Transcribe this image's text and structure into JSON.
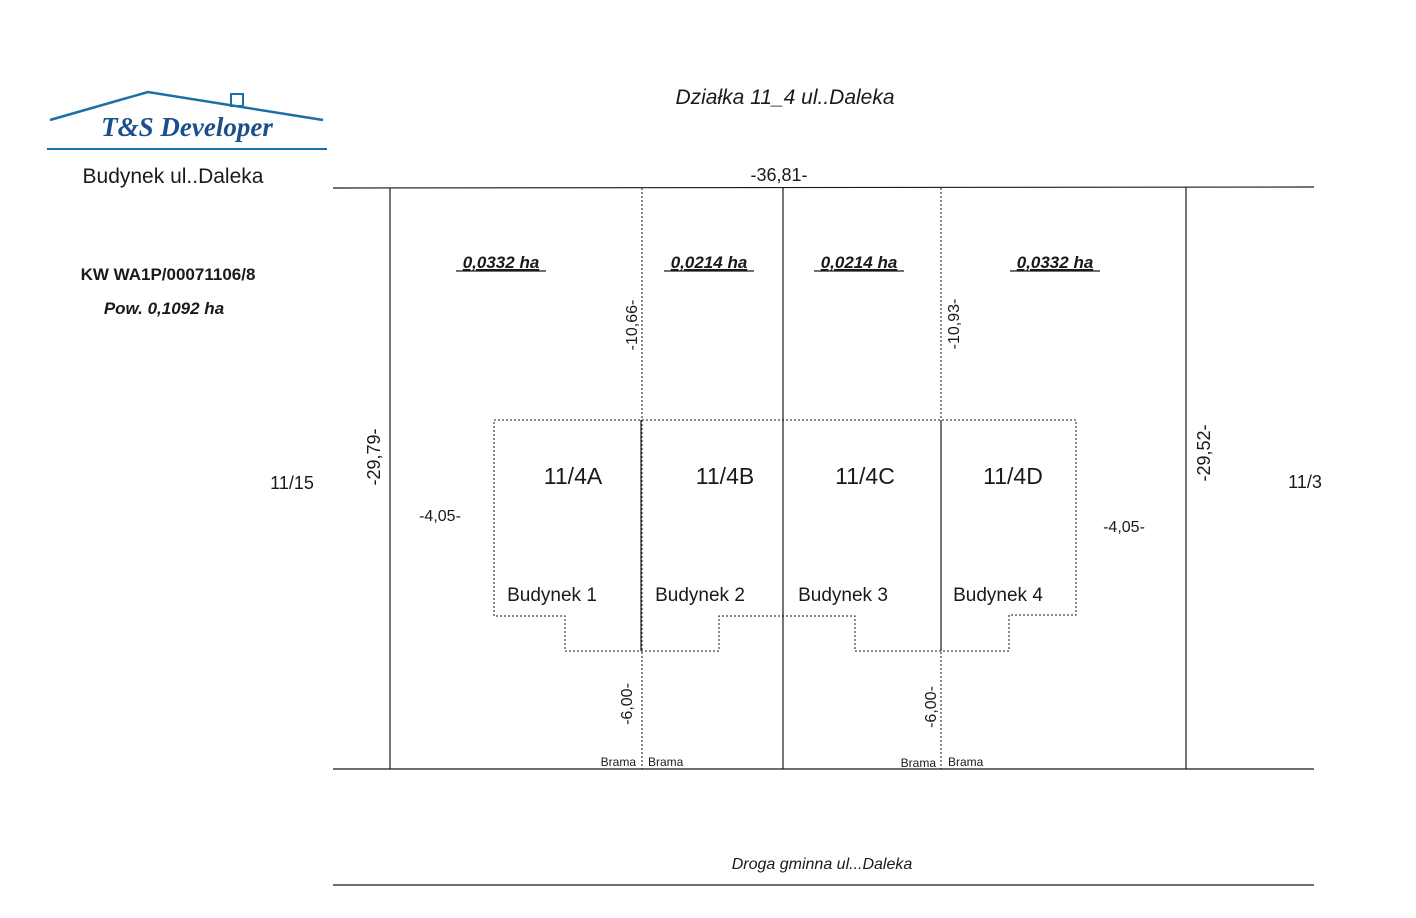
{
  "logo": {
    "brand": "T&S Developer",
    "subtitle": "Budynek ul..Daleka"
  },
  "title": "Działka 11_4 ul..Daleka",
  "register": {
    "kw": "KW WA1P/00071106/8",
    "area": "Pow. 0,1092 ha"
  },
  "neighbors": {
    "left": "11/15",
    "right": "11/3"
  },
  "dimensions": {
    "top_width": "-36,81-",
    "left_depth": "-29,79-",
    "right_depth": "-29,52-",
    "left_setback": "-4,05-",
    "right_setback": "-4,05-",
    "divider_1_depth": "-10,66-",
    "divider_2_depth": "-10,93-",
    "gate_1_width": "-6,00-",
    "gate_2_width": "-6,00-"
  },
  "plots": [
    {
      "area": "0,0332 ha",
      "id": "11/4A",
      "building": "Budynek 1"
    },
    {
      "area": "0,0214 ha",
      "id": "11/4B",
      "building": "Budynek 2"
    },
    {
      "area": "0,0214 ha",
      "id": "11/4C",
      "building": "Budynek 3"
    },
    {
      "area": "0,0332 ha",
      "id": "11/4D",
      "building": "Budynek 4"
    }
  ],
  "gates": [
    "Brama",
    "Brama",
    "Brama",
    "Brama"
  ],
  "road": "Droga gminna ul...Daleka",
  "colors": {
    "logo_blue": "#1a6fa6",
    "logo_text": "#1b4f8c",
    "lines": "#1a1a1a"
  }
}
